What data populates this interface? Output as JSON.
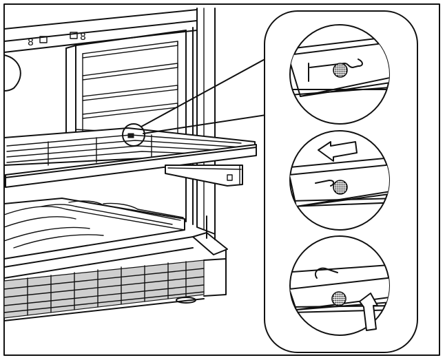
{
  "diagram": {
    "description_visible_text": "",
    "colors": {
      "line": "#111111",
      "background": "#ffffff",
      "screw": "#555555"
    },
    "details": [
      {
        "id": "detail-top",
        "state": "rail-seated-on-screw"
      },
      {
        "id": "detail-middle",
        "state": "slide-rail-left",
        "arrow": "left-arrow-icon"
      },
      {
        "id": "detail-bottom",
        "state": "lift-rail-up",
        "arrow": "up-arrow-icon"
      }
    ]
  }
}
